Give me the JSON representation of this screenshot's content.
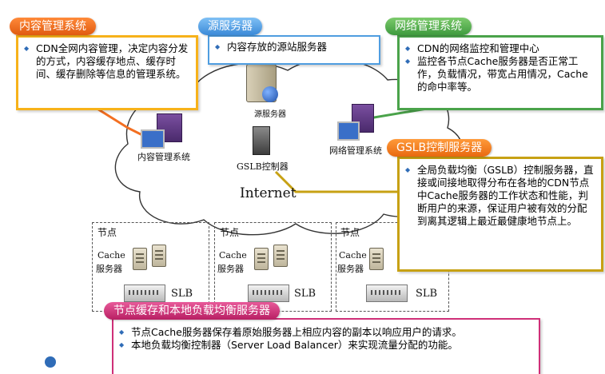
{
  "content_mgmt": {
    "title": "内容管理系统",
    "items": [
      "CDN全网内容管理，决定内容分发的方式，内容缓存地点、缓存时间、缓存删除等信息的管理系统。"
    ]
  },
  "origin": {
    "title": "源服务器",
    "items": [
      "内容存放的源站服务器"
    ]
  },
  "network_mgmt": {
    "title": "网络管理系统",
    "items": [
      "CDN的网络监控和管理中心",
      "监控各节点Cache服务器是否正常工作，负载情况，带宽占用情况，Cache的命中率等。"
    ]
  },
  "gslb": {
    "title": "GSLB控制服务器",
    "items": [
      "全局负载均衡（GSLB）控制服务器，直接或间接地取得分布在各地的CDN节点中Cache服务器的工作状态和性能，判断用户的来源，保证用户被有效的分配到离其逻辑上最近最健康地节点上。"
    ]
  },
  "node_cache": {
    "title": "节点缓存和本地负载均衡服务器",
    "items": [
      "节点Cache服务器保存着原始服务器上相应内容的副本以响应用户的请求。",
      "本地负载均衡控制器（Server Load Balancer）来实现流量分配的功能。"
    ]
  },
  "diagram": {
    "origin_label": "源服务器",
    "content_mgmt_label": "内容管理系统",
    "gslb_label": "GSLB控制器",
    "network_mgmt_label": "网络管理系统",
    "internet_label": "Internet",
    "node_label": "节点",
    "cache_label_1": "Cache",
    "cache_label_2": "服务器",
    "slb_label": "SLB"
  },
  "colors": {
    "orange": "#f36f21",
    "yellow": "#f7b21a",
    "blue": "#4f9de0",
    "green": "#4aa34a",
    "olive": "#c7a114",
    "magenta": "#cf2f78"
  }
}
